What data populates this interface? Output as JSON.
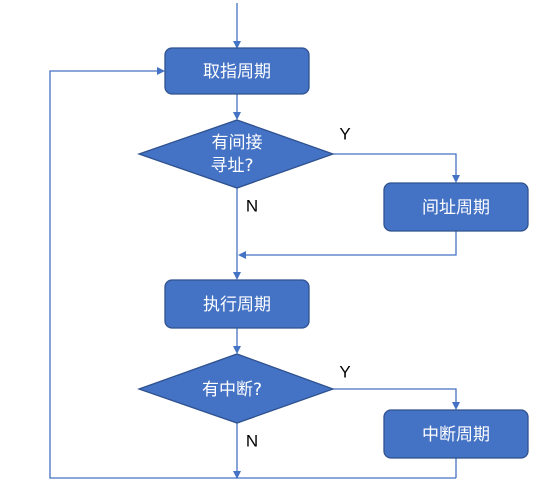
{
  "flowchart": {
    "fetch_cycle": "取指周期",
    "indirect_decision": [
      "有间接",
      "寻址?"
    ],
    "indirect_cycle": "间址周期",
    "execute_cycle": "执行周期",
    "interrupt_decision": "有中断?",
    "interrupt_cycle": "中断周期",
    "indirect_yes": "Y",
    "indirect_no": "N",
    "interrupt_yes": "Y",
    "interrupt_no": "N"
  },
  "colors": {
    "node_fill": "#4472c4",
    "node_border": "#2f528f",
    "connector": "#4472c4",
    "node_text": "#ffffff",
    "label_text": "#000000"
  }
}
